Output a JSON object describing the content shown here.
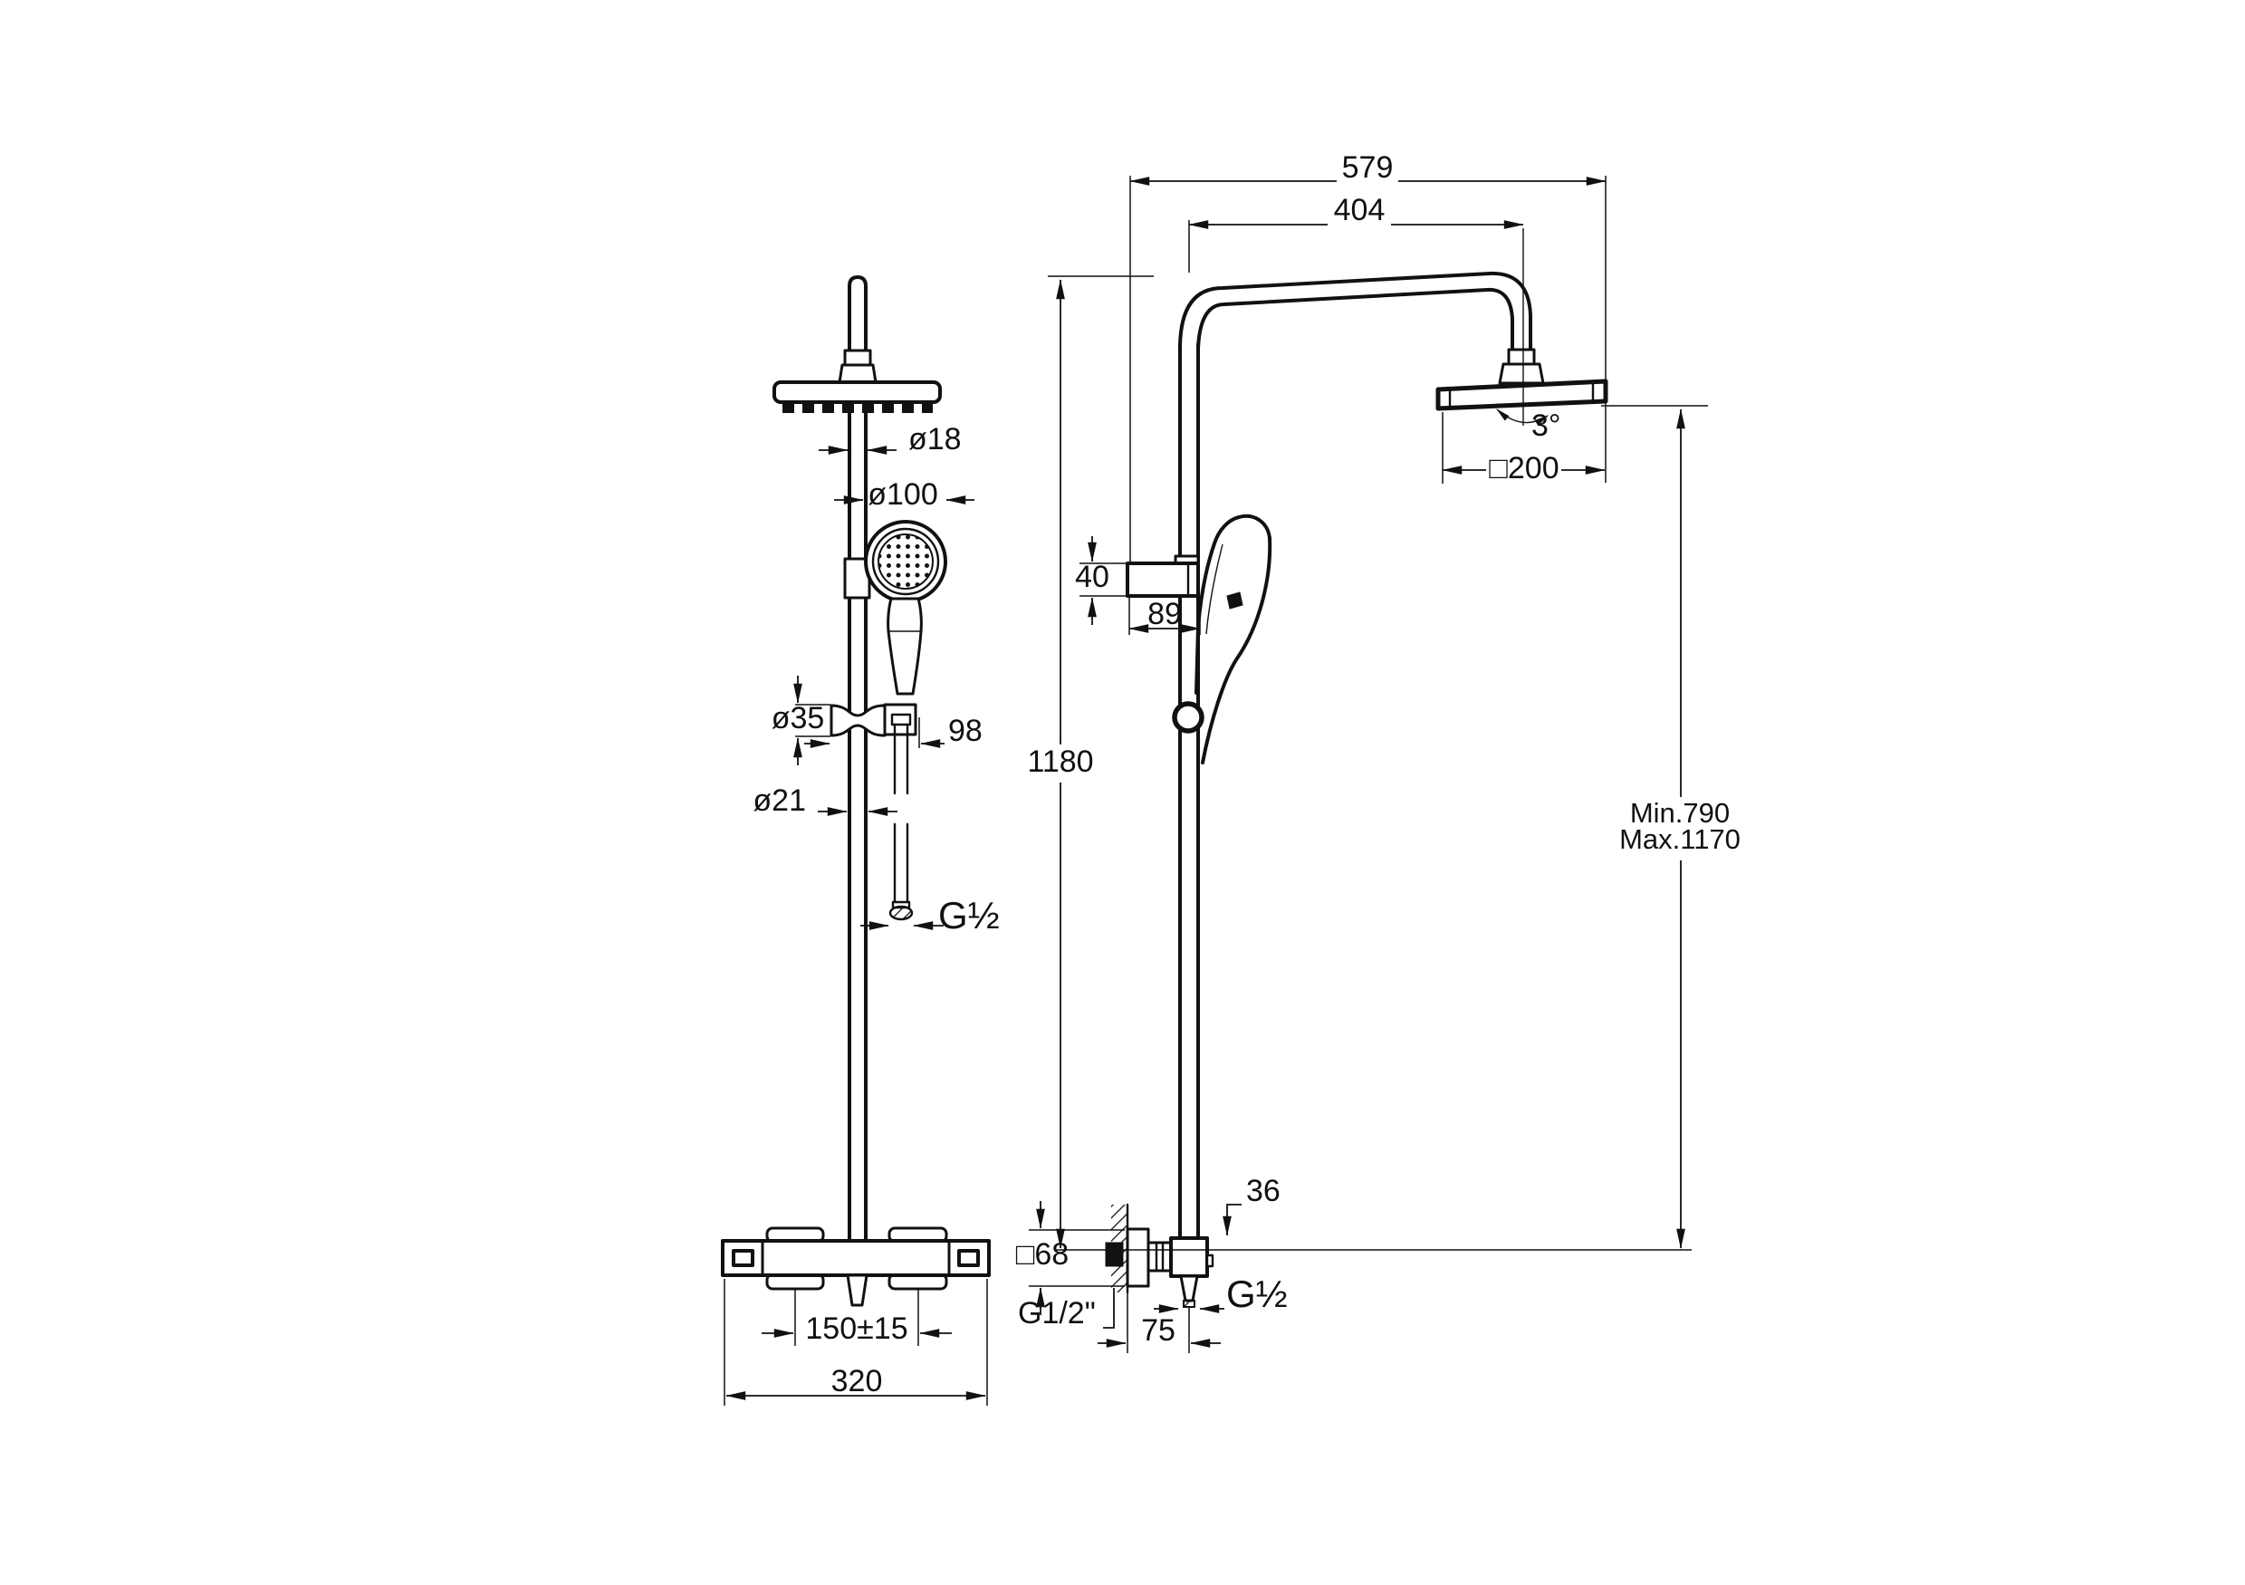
{
  "colors": {
    "line": "#111111",
    "background": "#ffffff"
  },
  "dims": {
    "front": {
      "dia18": "ø18",
      "dia100": "ø100",
      "dia35": "ø35",
      "offset98": "98",
      "dia21": "ø21",
      "hose_thread": "G½",
      "height1180": "1180",
      "inlet_spacing": "150±15",
      "valve_width": "320"
    },
    "side": {
      "reach579": "579",
      "reach404": "404",
      "bracket40": "40",
      "bracket89": "89",
      "angle3": "3°",
      "head200": "□200",
      "height_min": "Min.790",
      "height_max": "Max.1170",
      "offset36": "36",
      "plate68": "□68",
      "supply_thread": "G1/2\"",
      "outlet_thread": "G½",
      "wall75": "75"
    }
  }
}
